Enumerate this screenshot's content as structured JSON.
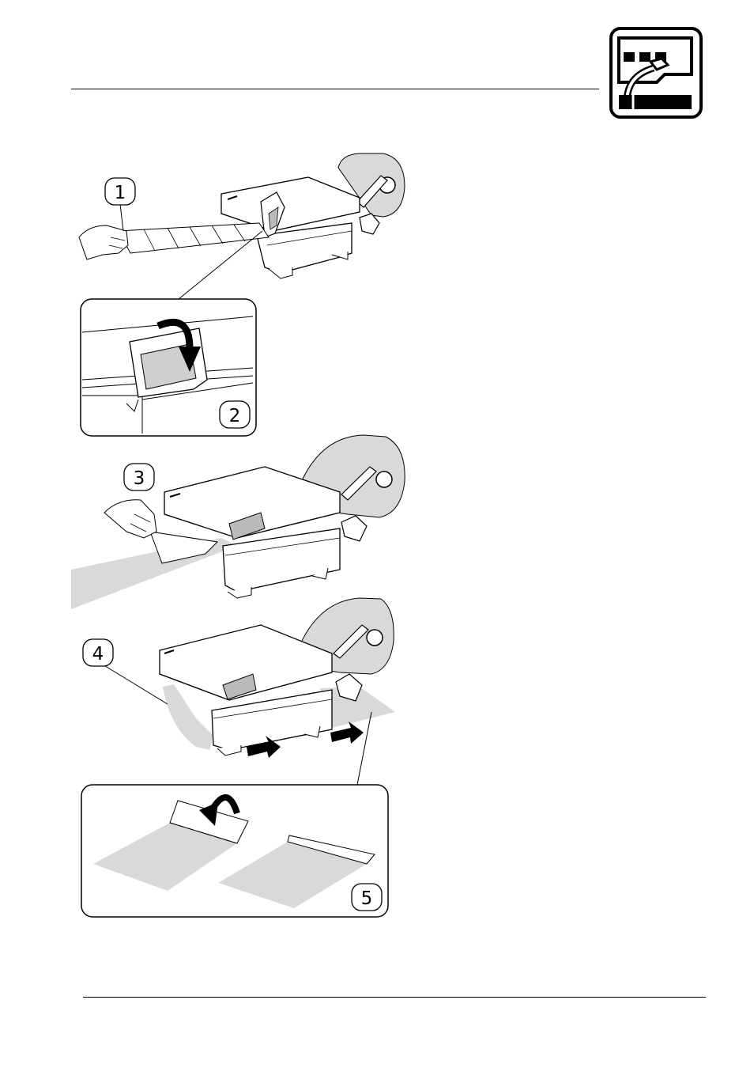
{
  "header": {
    "section_icon": "cable-connection-icon"
  },
  "figure": {
    "steps": [
      {
        "number": "1"
      },
      {
        "number": "2"
      },
      {
        "number": "3"
      },
      {
        "number": "4"
      },
      {
        "number": "5"
      }
    ]
  },
  "colors": {
    "media_gray": "#d9d9d9",
    "line": "#000000",
    "printer_body": "#ffffff"
  }
}
